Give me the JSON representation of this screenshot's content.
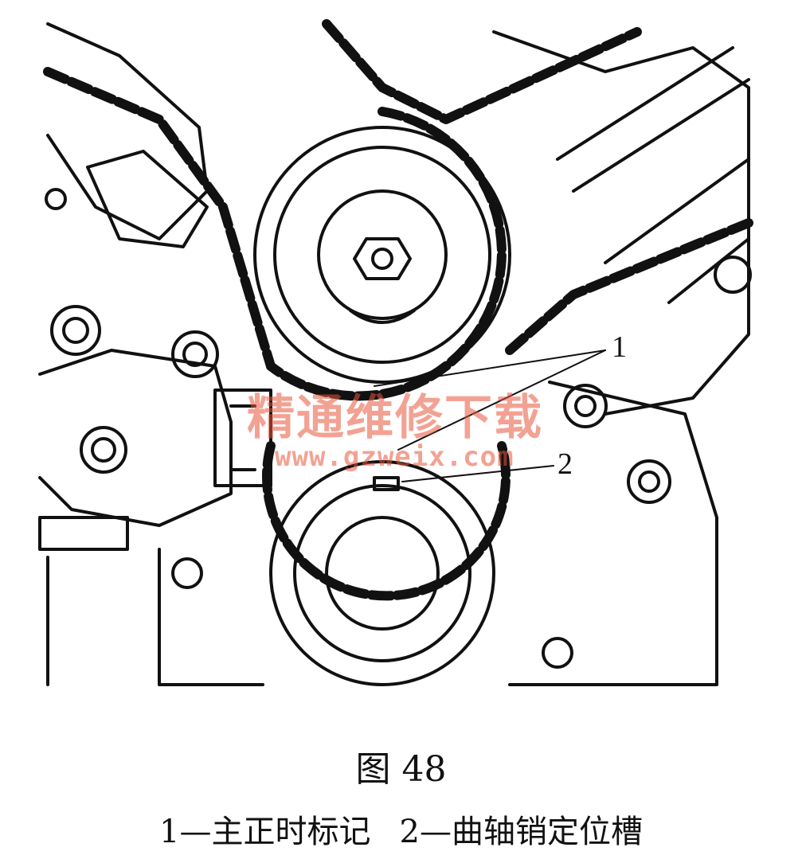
{
  "figure": {
    "title": "图 48",
    "callouts": [
      {
        "number": "1"
      },
      {
        "number": "2"
      }
    ],
    "caption": [
      {
        "text": "1—主正时标记"
      },
      {
        "text": "2—曲轴销定位槽"
      }
    ],
    "watermark": {
      "text": "精通维修下载",
      "url": "www.gzweix.com"
    }
  }
}
